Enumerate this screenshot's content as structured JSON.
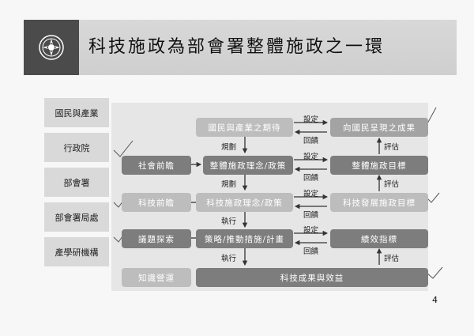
{
  "title": "科技施政為部會署整體施政之一環",
  "page_number": "4",
  "side_labels": [
    "國民與產業",
    "行政院",
    "部會署",
    "部會署局處",
    "產學研機構"
  ],
  "boxes": {
    "expectation": "國民與產業之期待",
    "present_results": "向國民呈現之成果",
    "social_foresight": "社會前瞻",
    "overall_policy": "整體施政理念/政策",
    "overall_goal": "整體施政目標",
    "tech_foresight": "科技前瞻",
    "tech_policy": "科技施政理念/政策",
    "tech_goal": "科技發展施政目標",
    "issue_explore": "議題探索",
    "strategy": "策略/推動措施/計畫",
    "kpi": "績效指標",
    "knowledge": "知識營運",
    "outcomes": "科技成果與效益"
  },
  "arrow_labels": {
    "plan1": "規劃",
    "plan2": "規劃",
    "exec1": "執行",
    "exec2": "執行",
    "set1": "設定",
    "set2": "設定",
    "set3": "設定",
    "set4": "設定",
    "feedback1": "回饋",
    "feedback2": "回饋",
    "feedback3": "回饋",
    "feedback4": "回饋",
    "evaluate1": "評估",
    "evaluate2": "評估",
    "evaluate3": "評估"
  }
}
